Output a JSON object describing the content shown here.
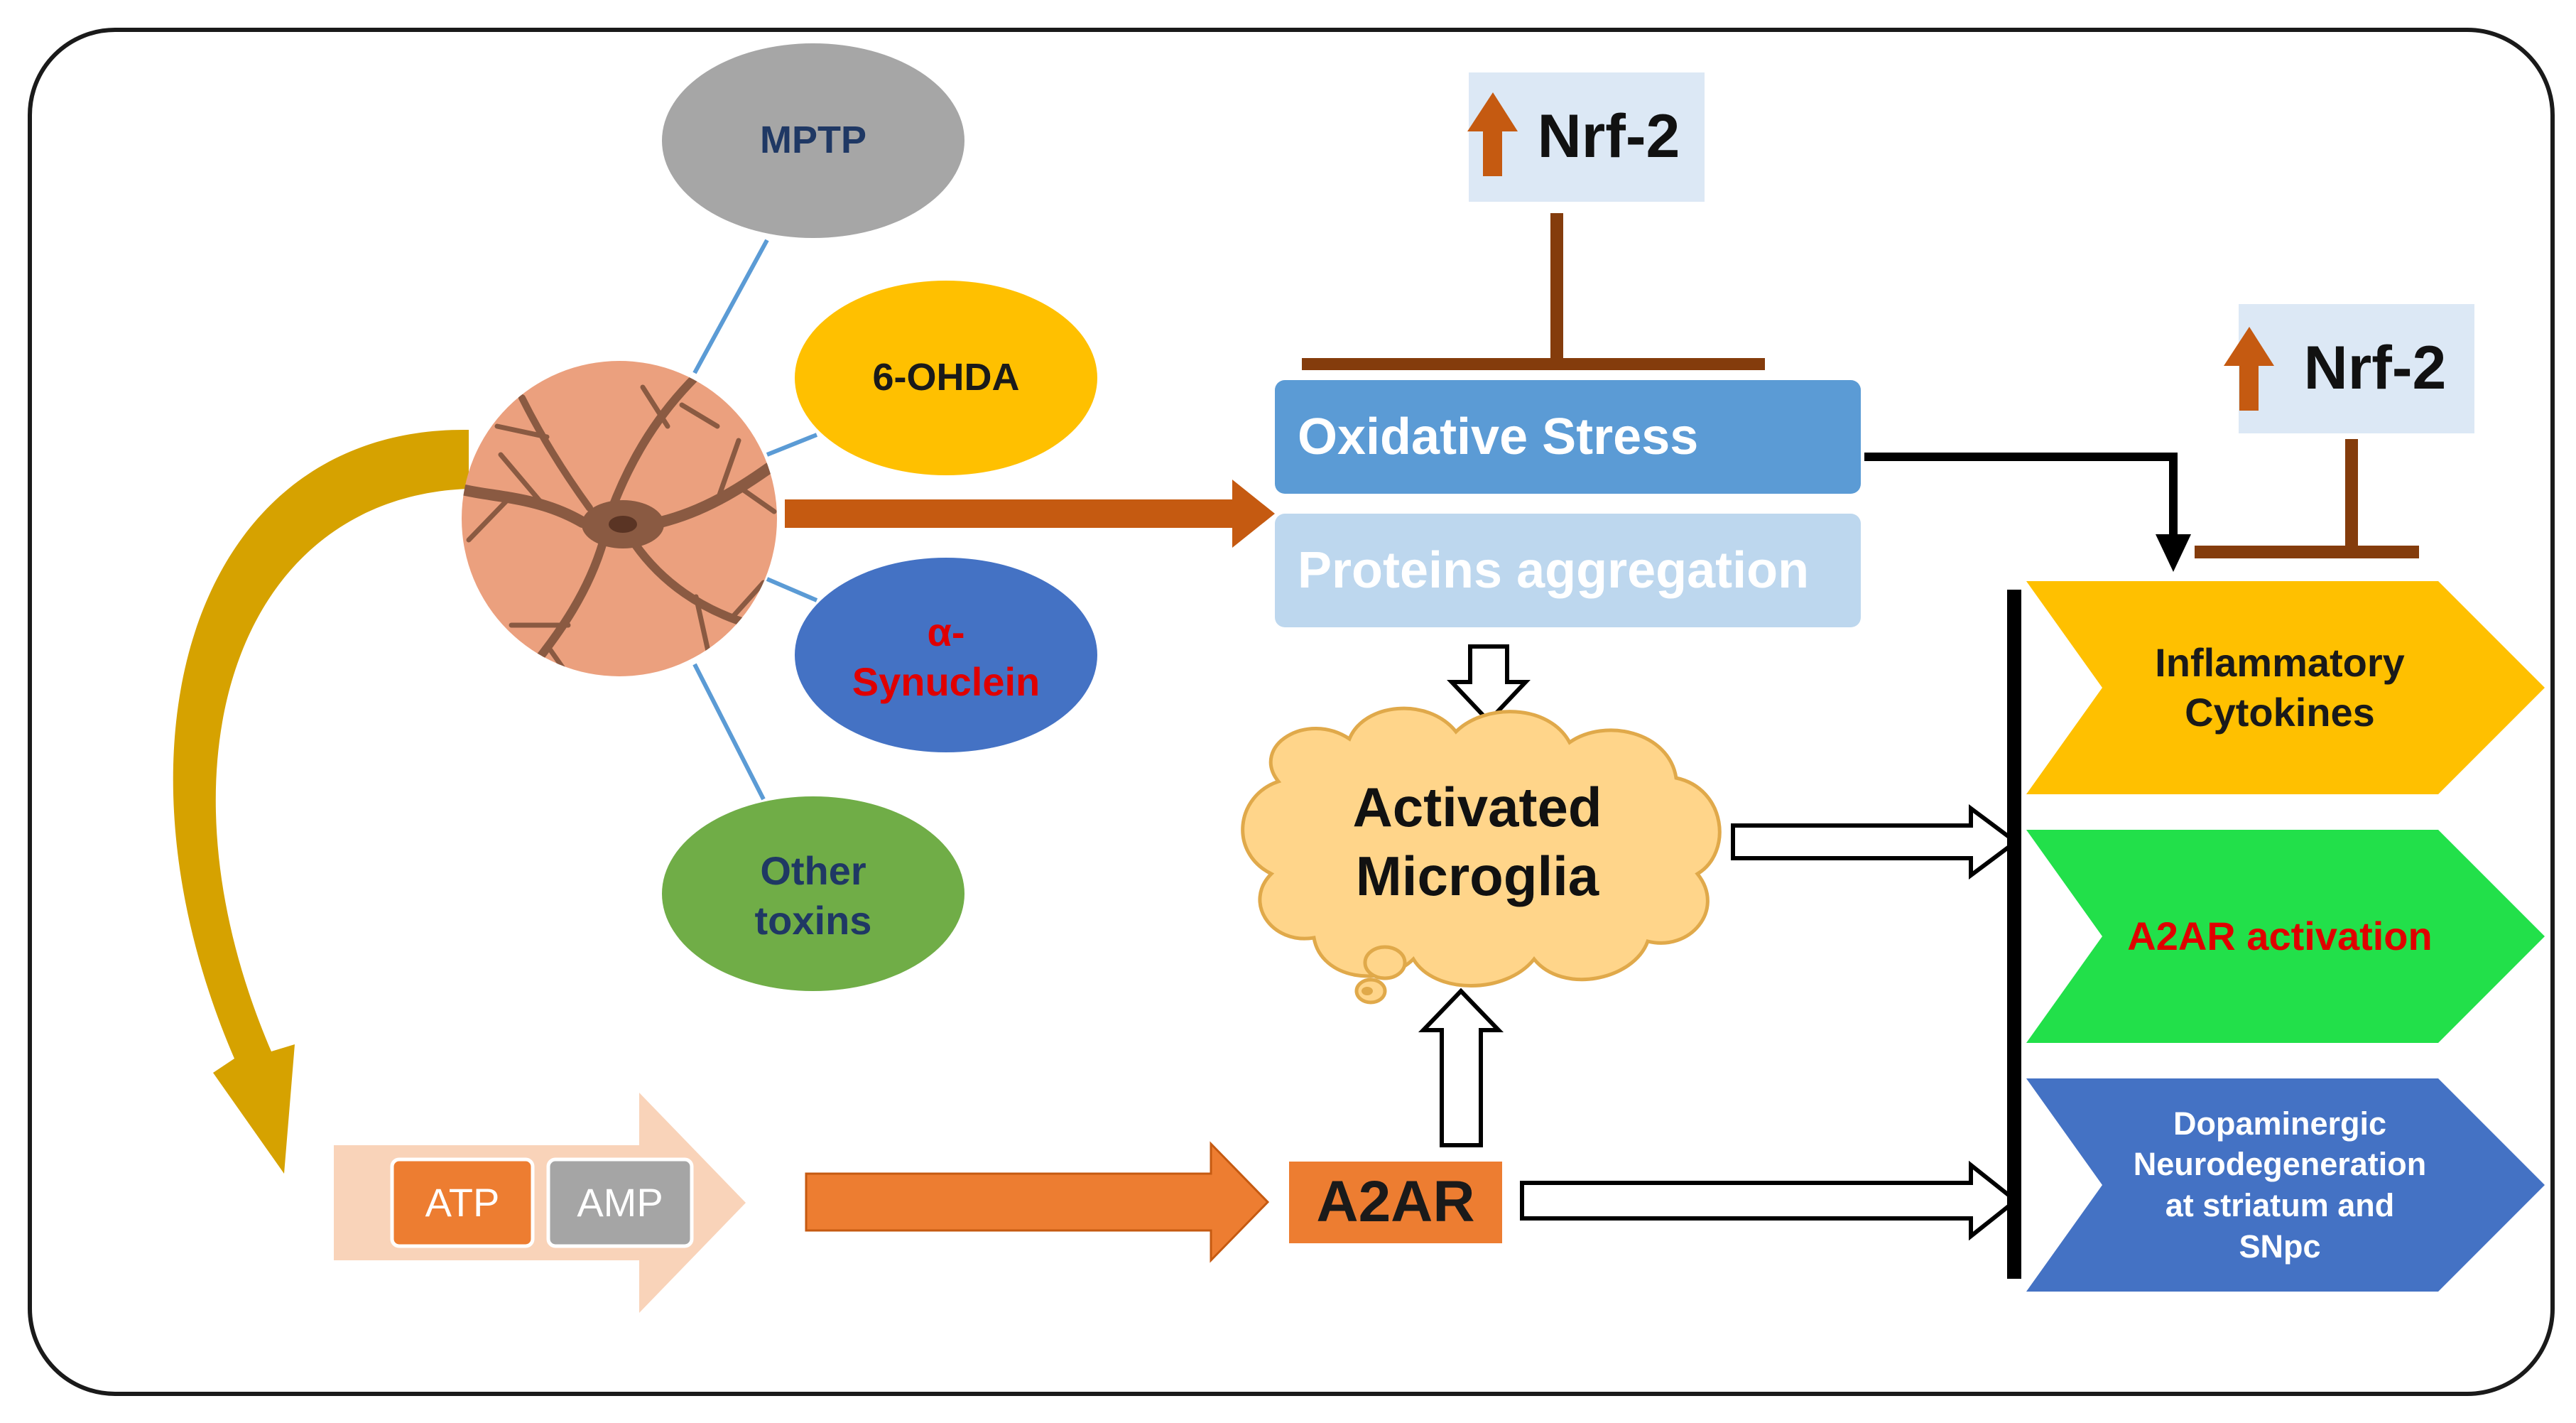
{
  "colors": {
    "frame": "#1a1a1a",
    "connector_line": "#5b9bd5",
    "neuron_body": "#eba07e",
    "neuron_dendrite": "#8a5a42",
    "mptp_fill": "#a6a6a6",
    "ohda_fill": "#ffc000",
    "synuclein_fill": "#4472c4",
    "other_toxins_fill": "#70ad47",
    "dark_navy_text": "#1f3864",
    "red_text": "#e00000",
    "orange_arrow": "#c55a11",
    "light_orange_arrow": "#ed7d31",
    "gold_curve_arrow": "#d6a200",
    "atp_box": "#ed7d31",
    "amp_box": "#a5a5a5",
    "peach_arrow": "#f8cbad",
    "oxidative_stress_fill": "#5b9bd5",
    "proteins_fill": "#bdd7ee",
    "nrf_box_fill": "#dce8f5",
    "inhibition_bar": "#843c0c",
    "cloud_fill": "#ffd58a",
    "inflammatory_fill": "#ffc000",
    "a2ar_activation_fill": "#22e04a",
    "dopaminergic_fill": "#4472c4"
  },
  "icons": {
    "nrf2_up_arrow_top": "up-arrow-icon",
    "nrf2_up_arrow_right": "up-arrow-icon",
    "neuron": "neuron-icon"
  },
  "neuron": {
    "toxins": {
      "mptp": "MPTP",
      "ohda": "6-OHDA",
      "synuclein_line1": "α-",
      "synuclein_line2": "Synuclein",
      "other_line1": "Other",
      "other_line2": "toxins"
    }
  },
  "nucleotides": {
    "atp": "ATP",
    "amp": "AMP"
  },
  "a2ar": "A2AR",
  "stress": {
    "oxidative": "Oxidative Stress",
    "proteins": "Proteins aggregation"
  },
  "nrf2": {
    "top": "Nrf-2",
    "right": "Nrf-2"
  },
  "microglia": {
    "line1": "Activated",
    "line2": "Microglia"
  },
  "outcomes": {
    "inflammatory_line1": "Inflammatory",
    "inflammatory_line2": "Cytokines",
    "a2ar_activation": "A2AR activation",
    "dopa_line1": "Dopaminergic",
    "dopa_line2": "Neurodegeneration",
    "dopa_line3": "at striatum and",
    "dopa_line4": "SNpc"
  }
}
